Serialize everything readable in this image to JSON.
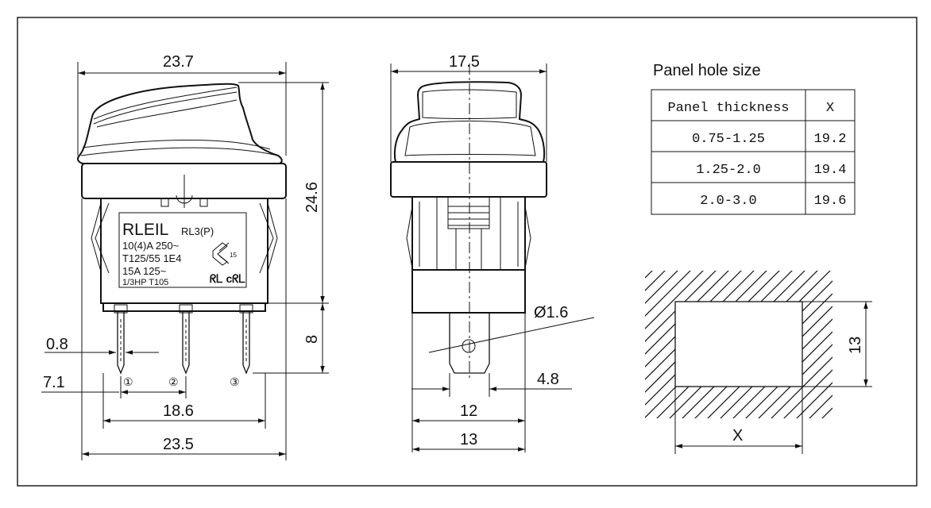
{
  "dimensions": {
    "top_width": "23.7",
    "height": "24.6",
    "pin_length": "8",
    "pin_thickness": "0.8",
    "pin_offset": "7.1",
    "pin_span": "18.6",
    "base_width": "23.5",
    "side_width": "17.5",
    "hole_dia": "Ø1.6",
    "tab_width": "4.8",
    "body_width_12": "12",
    "body_width_13": "13",
    "panel_height": "13",
    "panel_x": "X"
  },
  "label": {
    "brand": "RLEIL",
    "model": "RL3(P)",
    "rating1": "10(4)A 250~",
    "rating2": "T125/55 1E4",
    "rating3": "15A  125~",
    "rating4": "1/3HP   T105",
    "cert_mark": "15",
    "ul_mark": "ᖇᒪ cᖇᒪ"
  },
  "pins": [
    "①",
    "②",
    "③"
  ],
  "panel_hole": {
    "title": "Panel hole size",
    "headers": [
      "Panel thickness",
      "X"
    ],
    "rows": [
      [
        "0.75-1.25",
        "19.2"
      ],
      [
        "1.25-2.0",
        "19.4"
      ],
      [
        "2.0-3.0",
        "19.6"
      ]
    ]
  }
}
